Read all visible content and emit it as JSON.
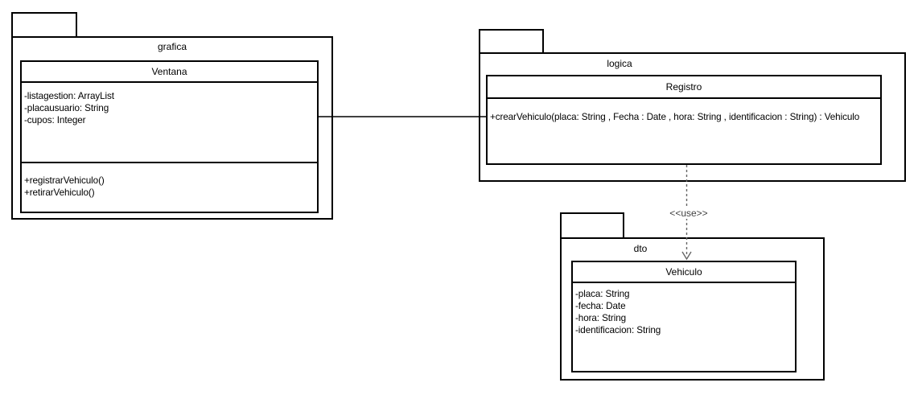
{
  "diagram_title": "UML package diagram - vehicle registration",
  "colors": {
    "stroke": "#000000",
    "background": "#ffffff",
    "dependency_stroke": "#666666"
  },
  "packages": [
    {
      "label": "grafica",
      "class": {
        "name": "Ventana",
        "attributes": [
          "-listagestion: ArrayList",
          "-placausuario: String",
          "-cupos: Integer"
        ],
        "methods": [
          "+registrarVehiculo()",
          "+retirarVehiculo()"
        ]
      }
    },
    {
      "label": "logica",
      "class": {
        "name": "Registro",
        "attributes": [],
        "methods": [
          "+crearVehiculo(placa: String , Fecha : Date , hora: String , identificacion : String) : Vehiculo"
        ]
      }
    },
    {
      "label": "dto",
      "class": {
        "name": "Vehiculo",
        "attributes": [
          "-placa: String",
          "-fecha: Date",
          "-hora: String",
          "-identificacion: String"
        ],
        "methods": []
      }
    }
  ],
  "connectors": {
    "association": {
      "from": "Ventana",
      "to": "Registro",
      "style": "solid"
    },
    "dependency": {
      "from": "Registro",
      "to": "Vehiculo",
      "style": "dashed-open-arrow",
      "label": "<<use>>"
    }
  }
}
